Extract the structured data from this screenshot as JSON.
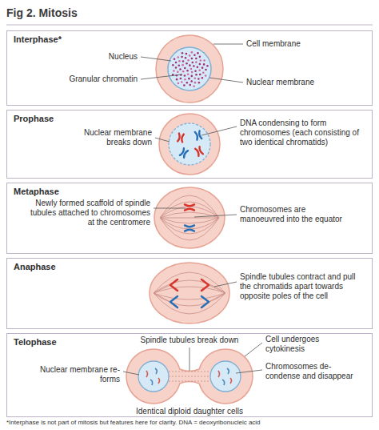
{
  "diagram": {
    "title": "Fig 2. Mitosis",
    "caption": "*Interphase is not part of mitosis but features here for clarity. DNA = deoxyribonucleic acid",
    "nodes": [
      {
        "text": [
          "Interphase*"
        ]
      },
      {
        "text": [
          "Prophase"
        ]
      },
      {
        "text": [
          "Metaphase"
        ]
      },
      {
        "text": [
          "Anaphase"
        ]
      },
      {
        "text": [
          "Telophase"
        ]
      }
    ],
    "labels": [
      "Cell membrane",
      "Nucleus",
      "Granular chromatin",
      "Nuclear membrane",
      "Nuclear membrane breaks down",
      "DNA condensing to form chromosomes (each consisting of two identical chromatids)",
      "Newly formed scaffold of spindle tubules attached to chromosomes at the centromere",
      "Chromosomes are manoeuvred into the equator",
      "Spindle tubules contract and pull the chromatids apart towards opposite poles of the cell",
      "Spindle tubules break down",
      "Cell undergoes cytokinesis",
      "Nuclear membrane re-forms",
      "Chromosomes de-condense and disappear",
      "Identical diploid daughter cells"
    ]
  }
}
